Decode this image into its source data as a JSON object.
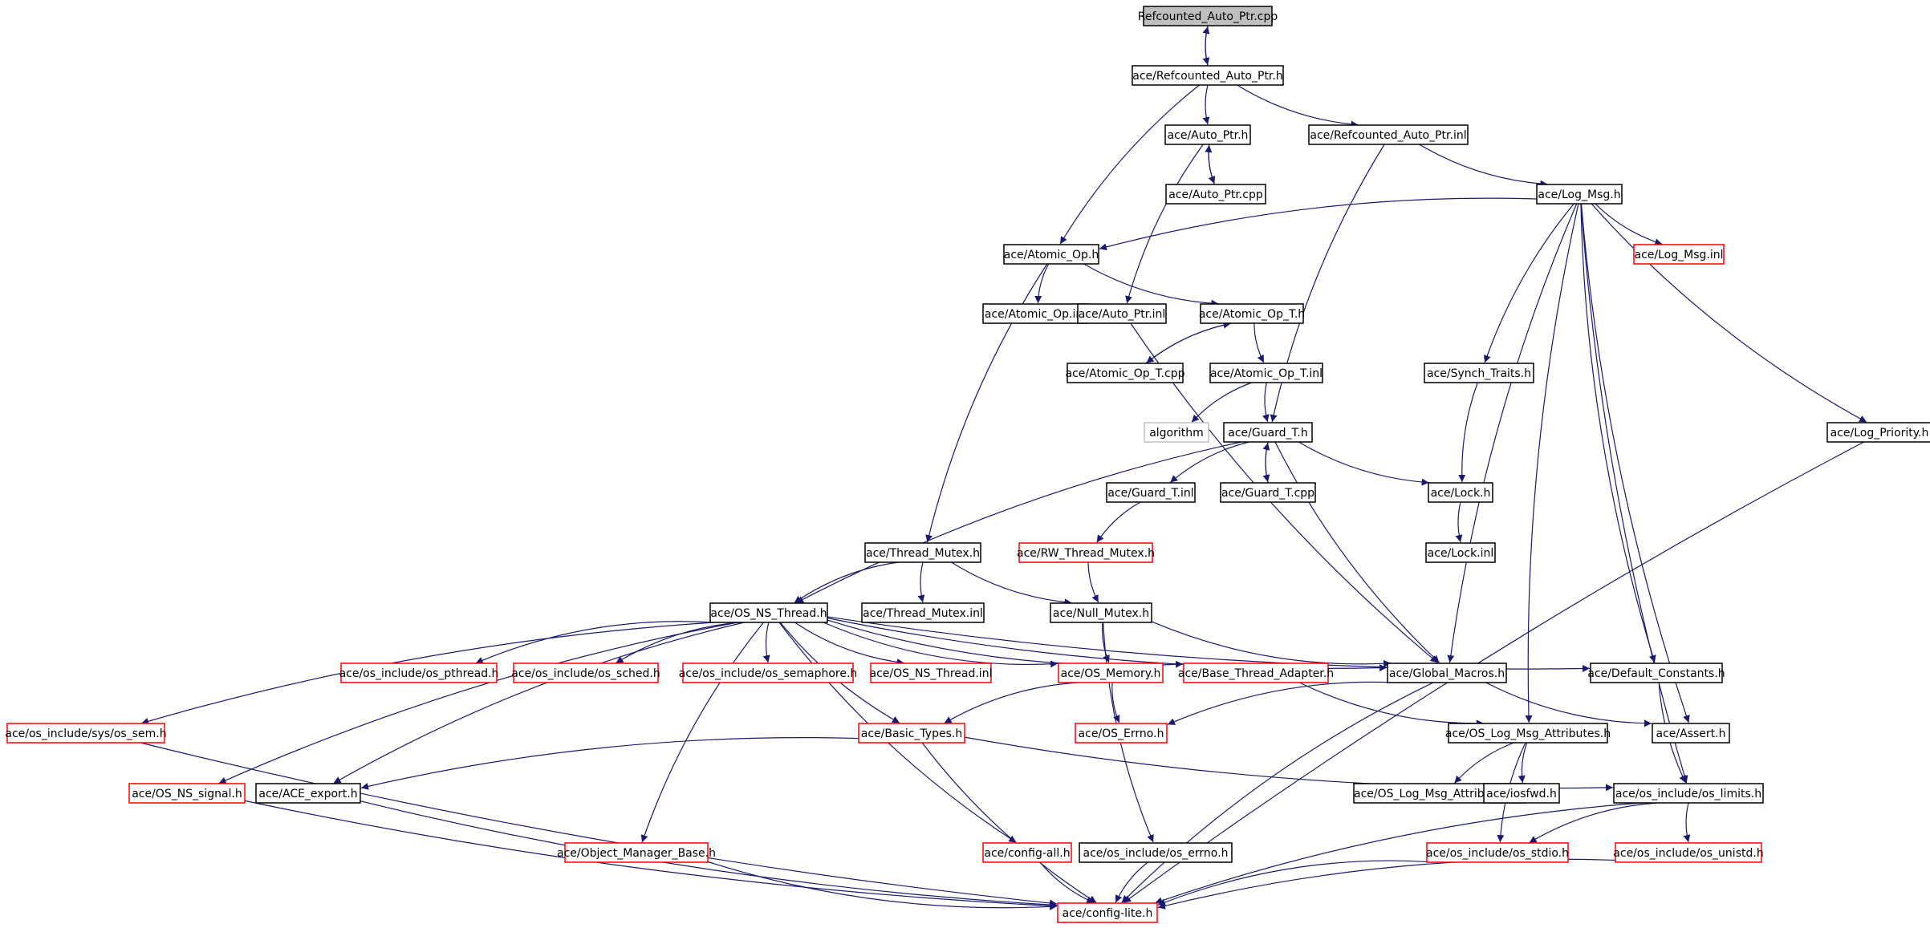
{
  "colors": {
    "edge": "#191970",
    "normal_border": "#000000",
    "incomplete_border": "#ff0000",
    "external_border": "#bfbfbf",
    "root_fill": "#bfbfbf",
    "external_text": "#7f7f7f"
  },
  "nodes": [
    {
      "id": "root",
      "label": "Refcounted_Auto_Ptr.cpp",
      "kind": "root"
    },
    {
      "id": "rap_h",
      "label": "ace/Refcounted_Auto_Ptr.h",
      "kind": "normal"
    },
    {
      "id": "auto_ptr_h",
      "label": "ace/Auto_Ptr.h",
      "kind": "normal"
    },
    {
      "id": "rap_inl",
      "label": "ace/Refcounted_Auto_Ptr.inl",
      "kind": "normal"
    },
    {
      "id": "auto_ptr_cpp",
      "label": "ace/Auto_Ptr.cpp",
      "kind": "normal"
    },
    {
      "id": "log_msg_h",
      "label": "ace/Log_Msg.h",
      "kind": "normal"
    },
    {
      "id": "atomic_op_h",
      "label": "ace/Atomic_Op.h",
      "kind": "normal"
    },
    {
      "id": "log_msg_inl",
      "label": "ace/Log_Msg.inl",
      "kind": "incomplete"
    },
    {
      "id": "atomic_op_inl",
      "label": "ace/Atomic_Op.inl",
      "kind": "normal"
    },
    {
      "id": "auto_ptr_inl",
      "label": "ace/Auto_Ptr.inl",
      "kind": "normal"
    },
    {
      "id": "atomic_op_t_h",
      "label": "ace/Atomic_Op_T.h",
      "kind": "normal"
    },
    {
      "id": "atomic_op_t_cpp",
      "label": "ace/Atomic_Op_T.cpp",
      "kind": "normal"
    },
    {
      "id": "atomic_op_t_inl",
      "label": "ace/Atomic_Op_T.inl",
      "kind": "normal"
    },
    {
      "id": "synch_traits",
      "label": "ace/Synch_Traits.h",
      "kind": "normal"
    },
    {
      "id": "algorithm",
      "label": "algorithm",
      "kind": "external"
    },
    {
      "id": "guard_t_h",
      "label": "ace/Guard_T.h",
      "kind": "normal"
    },
    {
      "id": "log_priority",
      "label": "ace/Log_Priority.h",
      "kind": "normal"
    },
    {
      "id": "guard_t_inl",
      "label": "ace/Guard_T.inl",
      "kind": "normal"
    },
    {
      "id": "guard_t_cpp",
      "label": "ace/Guard_T.cpp",
      "kind": "normal"
    },
    {
      "id": "lock_h",
      "label": "ace/Lock.h",
      "kind": "normal"
    },
    {
      "id": "rw_thread_mutex",
      "label": "ace/RW_Thread_Mutex.h",
      "kind": "incomplete"
    },
    {
      "id": "lock_inl",
      "label": "ace/Lock.inl",
      "kind": "normal"
    },
    {
      "id": "thread_mutex_h",
      "label": "ace/Thread_Mutex.h",
      "kind": "normal"
    },
    {
      "id": "os_ns_thread_h",
      "label": "ace/OS_NS_Thread.h",
      "kind": "normal"
    },
    {
      "id": "thread_mutex_inl",
      "label": "ace/Thread_Mutex.inl",
      "kind": "normal"
    },
    {
      "id": "null_mutex_h",
      "label": "ace/Null_Mutex.h",
      "kind": "normal"
    },
    {
      "id": "os_pthread",
      "label": "ace/os_include/os_pthread.h",
      "kind": "incomplete"
    },
    {
      "id": "os_sched",
      "label": "ace/os_include/os_sched.h",
      "kind": "incomplete"
    },
    {
      "id": "os_semaphore",
      "label": "ace/os_include/os_semaphore.h",
      "kind": "incomplete"
    },
    {
      "id": "os_ns_thread_inl",
      "label": "ace/OS_NS_Thread.inl",
      "kind": "incomplete"
    },
    {
      "id": "os_memory",
      "label": "ace/OS_Memory.h",
      "kind": "incomplete"
    },
    {
      "id": "base_thread_adapter",
      "label": "ace/Base_Thread_Adapter.h",
      "kind": "incomplete"
    },
    {
      "id": "global_macros",
      "label": "ace/Global_Macros.h",
      "kind": "normal"
    },
    {
      "id": "default_constants",
      "label": "ace/Default_Constants.h",
      "kind": "normal"
    },
    {
      "id": "os_sem",
      "label": "ace/os_include/sys/os_sem.h",
      "kind": "incomplete"
    },
    {
      "id": "basic_types",
      "label": "ace/Basic_Types.h",
      "kind": "incomplete"
    },
    {
      "id": "os_errno_h",
      "label": "ace/OS_Errno.h",
      "kind": "incomplete"
    },
    {
      "id": "os_log_msg_attr_h",
      "label": "ace/OS_Log_Msg_Attributes.h",
      "kind": "normal"
    },
    {
      "id": "assert_h",
      "label": "ace/Assert.h",
      "kind": "normal"
    },
    {
      "id": "os_ns_signal",
      "label": "ace/OS_NS_signal.h",
      "kind": "incomplete"
    },
    {
      "id": "ace_export",
      "label": "ace/ACE_export.h",
      "kind": "normal"
    },
    {
      "id": "os_log_msg_attr_inl",
      "label": "ace/OS_Log_Msg_Attributes.inl",
      "kind": "normal"
    },
    {
      "id": "iosfwd",
      "label": "ace/iosfwd.h",
      "kind": "normal"
    },
    {
      "id": "os_limits",
      "label": "ace/os_include/os_limits.h",
      "kind": "normal"
    },
    {
      "id": "object_manager_base",
      "label": "ace/Object_Manager_Base.h",
      "kind": "incomplete"
    },
    {
      "id": "config_all",
      "label": "ace/config-all.h",
      "kind": "incomplete"
    },
    {
      "id": "os_errno_inc",
      "label": "ace/os_include/os_errno.h",
      "kind": "normal"
    },
    {
      "id": "os_stdio",
      "label": "ace/os_include/os_stdio.h",
      "kind": "incomplete"
    },
    {
      "id": "os_unistd",
      "label": "ace/os_include/os_unistd.h",
      "kind": "incomplete"
    },
    {
      "id": "config_lite",
      "label": "ace/config-lite.h",
      "kind": "incomplete"
    }
  ],
  "edges": [
    [
      "root",
      "rap_h"
    ],
    [
      "rap_h",
      "root"
    ],
    [
      "rap_h",
      "auto_ptr_h"
    ],
    [
      "rap_h",
      "rap_inl"
    ],
    [
      "rap_h",
      "atomic_op_h"
    ],
    [
      "auto_ptr_h",
      "auto_ptr_cpp"
    ],
    [
      "auto_ptr_cpp",
      "auto_ptr_h"
    ],
    [
      "auto_ptr_h",
      "auto_ptr_inl"
    ],
    [
      "rap_inl",
      "log_msg_h"
    ],
    [
      "rap_inl",
      "guard_t_h"
    ],
    [
      "log_msg_h",
      "atomic_op_h"
    ],
    [
      "log_msg_h",
      "log_msg_inl"
    ],
    [
      "log_msg_h",
      "synch_traits"
    ],
    [
      "log_msg_h",
      "global_macros"
    ],
    [
      "log_msg_h",
      "os_log_msg_attr_h"
    ],
    [
      "log_msg_h",
      "default_constants"
    ],
    [
      "log_msg_h",
      "assert_h"
    ],
    [
      "log_msg_h",
      "os_limits"
    ],
    [
      "log_msg_h",
      "log_priority"
    ],
    [
      "atomic_op_h",
      "atomic_op_inl"
    ],
    [
      "atomic_op_h",
      "atomic_op_t_h"
    ],
    [
      "atomic_op_h",
      "thread_mutex_h"
    ],
    [
      "auto_ptr_inl",
      "global_macros"
    ],
    [
      "atomic_op_t_h",
      "atomic_op_t_cpp"
    ],
    [
      "atomic_op_t_cpp",
      "atomic_op_t_h"
    ],
    [
      "atomic_op_t_h",
      "atomic_op_t_inl"
    ],
    [
      "atomic_op_t_inl",
      "algorithm"
    ],
    [
      "atomic_op_t_inl",
      "guard_t_h"
    ],
    [
      "synch_traits",
      "lock_h"
    ],
    [
      "guard_t_h",
      "guard_t_inl"
    ],
    [
      "guard_t_h",
      "guard_t_cpp"
    ],
    [
      "guard_t_cpp",
      "guard_t_h"
    ],
    [
      "guard_t_h",
      "lock_h"
    ],
    [
      "guard_t_h",
      "os_ns_thread_h"
    ],
    [
      "guard_t_h",
      "global_macros"
    ],
    [
      "guard_t_inl",
      "rw_thread_mutex"
    ],
    [
      "rw_thread_mutex",
      "null_mutex_h"
    ],
    [
      "lock_h",
      "lock_inl"
    ],
    [
      "log_priority",
      "config_lite"
    ],
    [
      "thread_mutex_h",
      "os_ns_thread_h"
    ],
    [
      "thread_mutex_h",
      "thread_mutex_inl"
    ],
    [
      "thread_mutex_h",
      "null_mutex_h"
    ],
    [
      "null_mutex_h",
      "os_memory"
    ],
    [
      "null_mutex_h",
      "global_macros"
    ],
    [
      "null_mutex_h",
      "os_errno_inc"
    ],
    [
      "os_ns_thread_h",
      "os_sem"
    ],
    [
      "os_ns_thread_h",
      "os_ns_signal"
    ],
    [
      "os_ns_thread_h",
      "ace_export"
    ],
    [
      "os_ns_thread_h",
      "object_manager_base"
    ],
    [
      "os_ns_thread_h",
      "os_pthread"
    ],
    [
      "os_ns_thread_h",
      "os_sched"
    ],
    [
      "os_ns_thread_h",
      "os_semaphore"
    ],
    [
      "os_ns_thread_h",
      "os_ns_thread_inl"
    ],
    [
      "os_ns_thread_h",
      "os_memory"
    ],
    [
      "os_ns_thread_h",
      "base_thread_adapter"
    ],
    [
      "os_ns_thread_h",
      "global_macros"
    ],
    [
      "os_ns_thread_h",
      "default_constants"
    ],
    [
      "os_ns_thread_h",
      "basic_types"
    ],
    [
      "os_ns_thread_h",
      "config_all"
    ],
    [
      "os_memory",
      "basic_types"
    ],
    [
      "os_memory",
      "os_errno_h"
    ],
    [
      "base_thread_adapter",
      "os_log_msg_attr_h"
    ],
    [
      "global_macros",
      "os_errno_h"
    ],
    [
      "global_macros",
      "assert_h"
    ],
    [
      "global_macros",
      "config_lite"
    ],
    [
      "default_constants",
      "os_limits"
    ],
    [
      "os_log_msg_attr_h",
      "os_log_msg_attr_inl"
    ],
    [
      "os_log_msg_attr_h",
      "iosfwd"
    ],
    [
      "os_log_msg_attr_h",
      "os_stdio"
    ],
    [
      "basic_types",
      "ace_export"
    ],
    [
      "basic_types",
      "os_limits"
    ],
    [
      "basic_types",
      "config_lite"
    ],
    [
      "os_sem",
      "config_lite"
    ],
    [
      "os_ns_signal",
      "config_lite"
    ],
    [
      "ace_export",
      "config_lite"
    ],
    [
      "object_manager_base",
      "config_lite"
    ],
    [
      "config_all",
      "config_lite"
    ],
    [
      "os_errno_inc",
      "config_lite"
    ],
    [
      "os_stdio",
      "config_lite"
    ],
    [
      "os_limits",
      "os_stdio"
    ],
    [
      "os_limits",
      "os_unistd"
    ],
    [
      "os_limits",
      "config_lite"
    ],
    [
      "os_unistd",
      "config_lite"
    ]
  ]
}
